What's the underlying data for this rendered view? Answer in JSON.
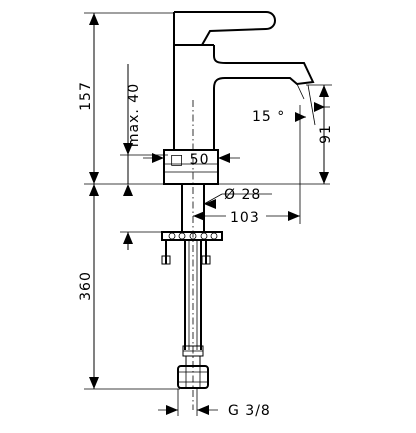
{
  "dimensions": {
    "height_total": "157",
    "max_height": "max. 40",
    "angle": "15 °",
    "spout_height": "91",
    "square": "□ 50",
    "diameter": "Ø 28",
    "projection": "103",
    "pipe_length": "360",
    "connection": "G 3/8"
  }
}
